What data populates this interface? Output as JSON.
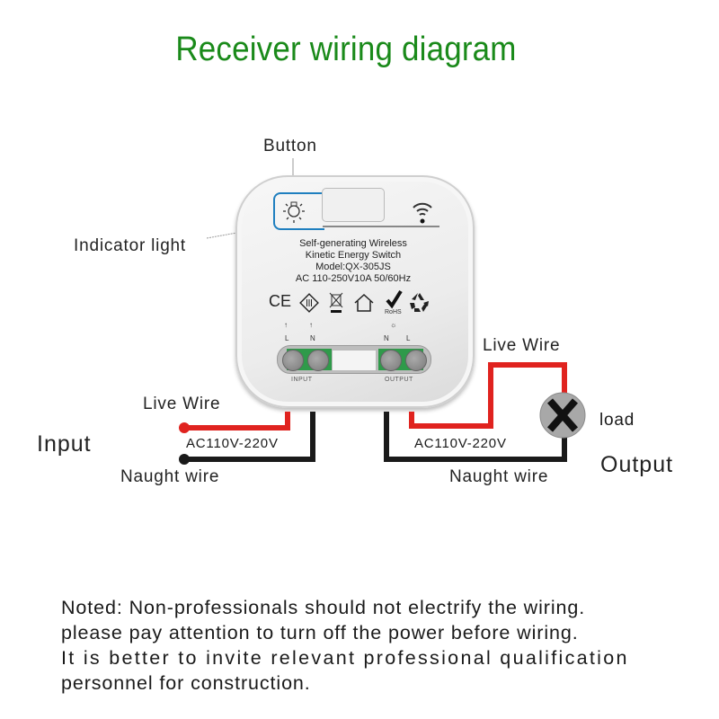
{
  "title": "Receiver wiring diagram",
  "callouts": {
    "button": "Button",
    "indicator_light": "Indicator light"
  },
  "device": {
    "text_lines": [
      "Self-generating Wireless",
      "Kinetic Energy Switch",
      "Model:QX-305JS",
      "AC 110-250V10A 50/60Hz"
    ],
    "certifications": [
      "CE",
      "RoHS"
    ],
    "icons": [
      "bulb-icon",
      "wireless-signal-icon",
      "ce-mark-icon",
      "class-ii-icon",
      "weee-bin-icon",
      "indoor-house-icon",
      "rohs-check-icon",
      "recycle-icon"
    ],
    "input_terminals": [
      "L",
      "N"
    ],
    "output_terminals": [
      "N",
      "L"
    ],
    "input_label": "INPUT",
    "output_label": "OUTPUT"
  },
  "input": {
    "heading": "Input",
    "live_wire": "Live Wire",
    "voltage": "AC110V-220V",
    "neutral_wire": "Naught wire"
  },
  "output": {
    "heading": "Output",
    "live_wire": "Live Wire",
    "voltage": "AC110V-220V",
    "neutral_wire": "Naught wire",
    "load": "load"
  },
  "note_lines": [
    "Noted: Non-professionals should not electrify the wiring.",
    "please pay attention to turn off the power before wiring.",
    "It is better to invite relevant professional qualification",
    "personnel for construction."
  ],
  "colors": {
    "title": "#1a8a1a",
    "live": "#e0231f",
    "neutral": "#1a1a1a",
    "accent": "#1f7fbf",
    "load_fill": "#a8a8a8"
  }
}
